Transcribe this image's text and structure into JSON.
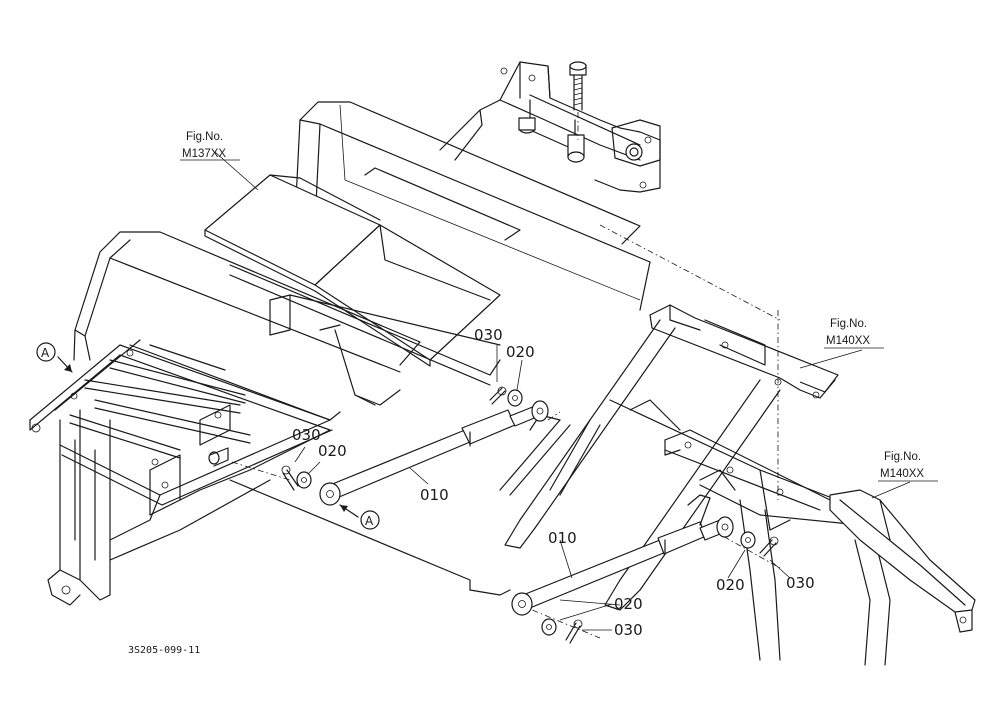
{
  "figure_refs": [
    {
      "fig": "Fig.No.",
      "code": "M137XX"
    },
    {
      "fig": "Fig.No.",
      "code": "M140XX"
    },
    {
      "fig": "Fig.No.",
      "code": "M140XX"
    }
  ],
  "part_labels": [
    "030",
    "020",
    "030",
    "020",
    "010",
    "010",
    "020",
    "030",
    "020",
    "030"
  ],
  "view_marks": [
    "A",
    "A"
  ],
  "drawing_code": "3S205-099-11"
}
